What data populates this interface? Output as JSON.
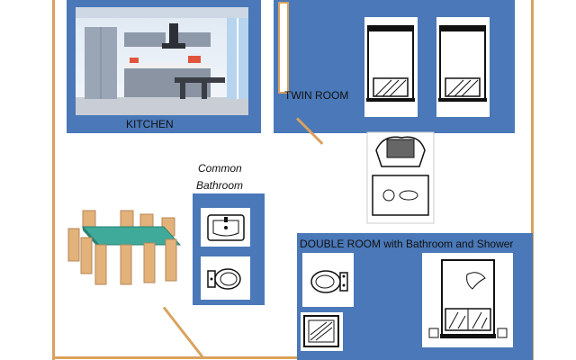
{
  "labels": {
    "kitchen": "KITCHEN",
    "twin_room": "TWIN ROOM",
    "common_bathroom_line1": "Common",
    "common_bathroom_line2": "Bathroom",
    "double_room": "DOUBLE ROOM with Bathroom and Shower"
  },
  "colors": {
    "room_fill": "#4a78b8",
    "wall": "#d9a25f",
    "table_top": "#3fa99a",
    "chair_wood": "#e2b27a"
  },
  "icons": [
    "sink-icon",
    "toilet-icon",
    "shower-tray-icon",
    "single-bed-icon",
    "double-bed-icon",
    "dining-table-icon",
    "kitchen-illustration",
    "door-icon"
  ]
}
